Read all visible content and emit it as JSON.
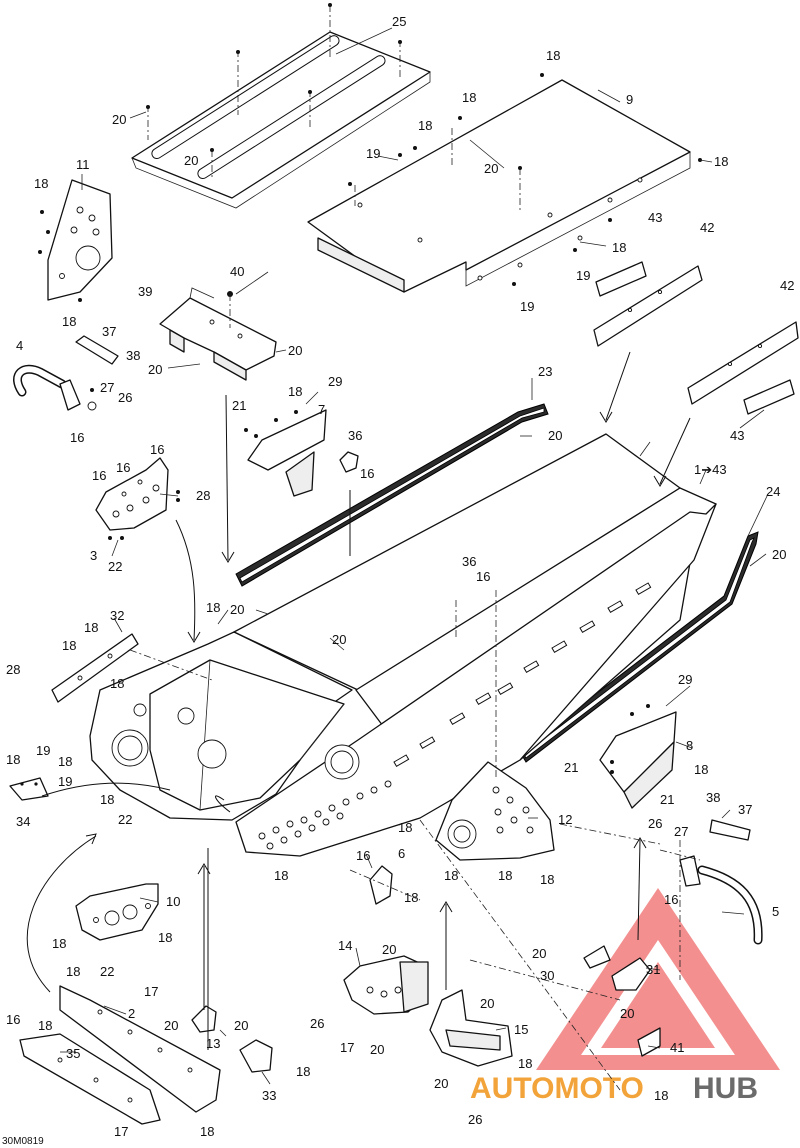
{
  "diagram_code": "30M0819",
  "watermark": {
    "text_part1": "AUTOMOTO",
    "text_part2": "HUB",
    "triangle_color": "#ef6a6a",
    "text_color_part1": "#f2a33a",
    "text_color_part2": "#6b6b6b"
  },
  "callouts": {
    "c25": "25",
    "c20a": "20",
    "c20b": "20",
    "c18_top": "18",
    "c9": "9",
    "c18b": "18",
    "c18c": "18",
    "c19a": "19",
    "c20c": "20",
    "c18d": "18",
    "c18e": "18",
    "c19b": "19",
    "c19c": "19",
    "c11": "11",
    "c18f": "18",
    "c18g": "18",
    "c43a": "43",
    "c42a": "42",
    "c42b": "42",
    "c43b": "43",
    "c40": "40",
    "c39": "39",
    "c20d": "20",
    "c20e": "20",
    "c37a": "37",
    "c4": "4",
    "c38a": "38",
    "c27a": "27",
    "c26a": "26",
    "c16a": "16",
    "c29a": "29",
    "c18h": "18",
    "c21a": "21",
    "c7": "7",
    "c36a": "36",
    "c16b": "16",
    "c23": "23",
    "c20f": "20",
    "c16c": "16",
    "c16d": "16",
    "c16e": "16",
    "c28a": "28",
    "c3": "3",
    "c22a": "22",
    "c1to43": "1➔43",
    "c24": "24",
    "c20g": "20",
    "c36b": "36",
    "c16f": "16",
    "c32": "32",
    "c18i": "18",
    "c18j": "18",
    "c28b": "28",
    "c18k": "18",
    "c18l": "18",
    "c20h": "20",
    "c20i": "20",
    "c29b": "29",
    "c8": "8",
    "c21b": "21",
    "c18m": "18",
    "c21c": "21",
    "c18n": "18",
    "c19d": "19",
    "c18o": "18",
    "c19e": "19",
    "c34": "34",
    "c18p": "18",
    "c22b": "22",
    "c12": "12",
    "c18q": "18",
    "c16g": "16",
    "c6": "6",
    "c18r": "18",
    "c18s": "18",
    "c18t": "18",
    "c18u": "18",
    "c38b": "38",
    "c37b": "37",
    "c26b": "26",
    "c27b": "27",
    "c16h": "16",
    "c5": "5",
    "c10": "10",
    "c18v": "18",
    "c18w": "18",
    "c22c": "22",
    "c18x": "18",
    "c14": "14",
    "c20j": "20",
    "c26c": "26",
    "c17a": "17",
    "c20k": "20",
    "c20l": "20",
    "c30": "30",
    "c31": "31",
    "c20m": "20",
    "c15": "15",
    "c20n": "20",
    "c18y": "18",
    "c41": "41",
    "c20o": "20",
    "c26d": "26",
    "c18z": "18",
    "c16i": "16",
    "c18aa": "18",
    "c2": "2",
    "c17b": "17",
    "c35": "35",
    "c17c": "17",
    "c18ab": "18",
    "c13": "13",
    "c20p": "20",
    "c20q": "20",
    "c18ac": "18",
    "c33": "33"
  }
}
